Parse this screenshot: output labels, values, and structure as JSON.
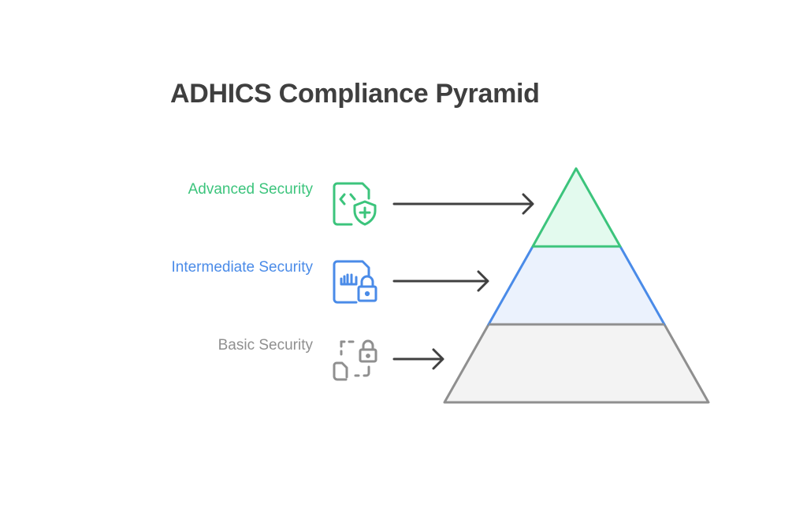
{
  "title": "ADHICS Compliance Pyramid",
  "levels": [
    {
      "label": "Advanced Security",
      "icon": "code-file-shield-plus-icon",
      "color": "#3cc47c",
      "fill": "#e3faee"
    },
    {
      "label": "Intermediate Security",
      "icon": "chart-file-lock-icon",
      "color": "#4a8be8",
      "fill": "#ebf2fd"
    },
    {
      "label": "Basic Security",
      "icon": "dashed-file-lock-icon",
      "color": "#8f8f8f",
      "fill": "#f3f3f3"
    }
  ],
  "colors": {
    "title": "#3f3f3f",
    "arrow": "#404040"
  }
}
